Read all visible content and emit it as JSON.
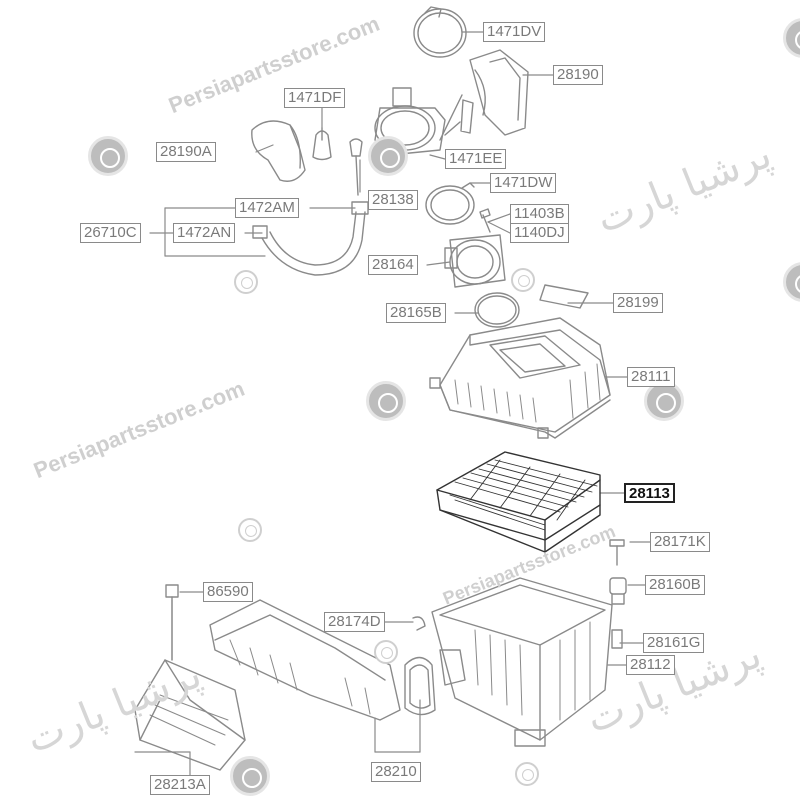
{
  "labels": {
    "p1471DV": "1471DV",
    "p28190": "28190",
    "p1471DF": "1471DF",
    "p28190A": "28190A",
    "p1471EE": "1471EE",
    "p1471DW": "1471DW",
    "p28138": "28138",
    "p1472AM": "1472AM",
    "p26710C": "26710C",
    "p1472AN": "1472AN",
    "p11403B": "11403B",
    "p1140DJ": "1140DJ",
    "p28164": "28164",
    "p28199": "28199",
    "p28165B": "28165B",
    "p28111": "28111",
    "p28113": "28113",
    "p28171K": "28171K",
    "p28160B": "28160B",
    "p86590": "86590",
    "p28174D": "28174D",
    "p28161G": "28161G",
    "p28112": "28112",
    "p28210": "28210",
    "p28213A": "28213A"
  },
  "highlighted_part": "28113",
  "watermarks": {
    "store_text": "Persiapartsstore.com",
    "store_text_persian": "پرشیا پارت"
  },
  "colors": {
    "line": "#8a8a8a",
    "label_text": "#7a7a7a",
    "highlight_border": "#222222",
    "watermark": "#cfcfcf"
  }
}
